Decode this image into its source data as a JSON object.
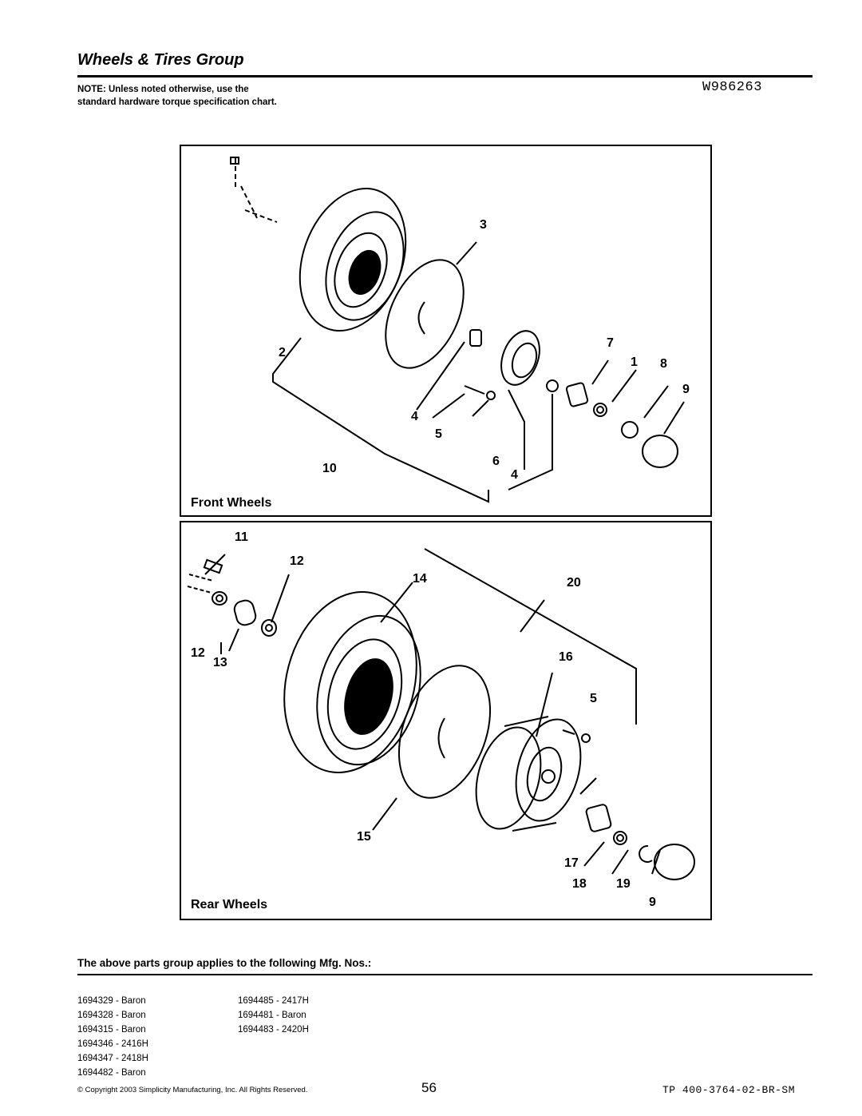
{
  "header": {
    "title": "Wheels & Tires Group",
    "note": "NOTE: Unless noted otherwise, use the standard hardware torque specification chart.",
    "doc_number": "W986263"
  },
  "front_panel": {
    "label": "Front Wheels",
    "callouts": [
      "3",
      "2",
      "7",
      "1",
      "8",
      "9",
      "4",
      "5",
      "6",
      "10",
      "4"
    ]
  },
  "rear_panel": {
    "label": "Rear Wheels",
    "callouts": [
      "11",
      "12",
      "14",
      "20",
      "12",
      "13",
      "16",
      "5",
      "15",
      "17",
      "18",
      "19",
      "9"
    ]
  },
  "applies": {
    "heading": "The above parts group applies to the following Mfg. Nos.:",
    "col1": [
      "1694329 - Baron",
      "1694328 - Baron",
      "1694315 - Baron",
      "1694346 - 2416H",
      "1694347 - 2418H",
      "1694482 - Baron"
    ],
    "col2": [
      "1694485 - 2417H",
      "1694481 - Baron",
      "1694483 - 2420H"
    ]
  },
  "footer": {
    "copyright": "© Copyright 2003 Simplicity Manufacturing, Inc. All Rights Reserved.",
    "page": "56",
    "tp_number": "TP 400-3764-02-BR-SM"
  }
}
